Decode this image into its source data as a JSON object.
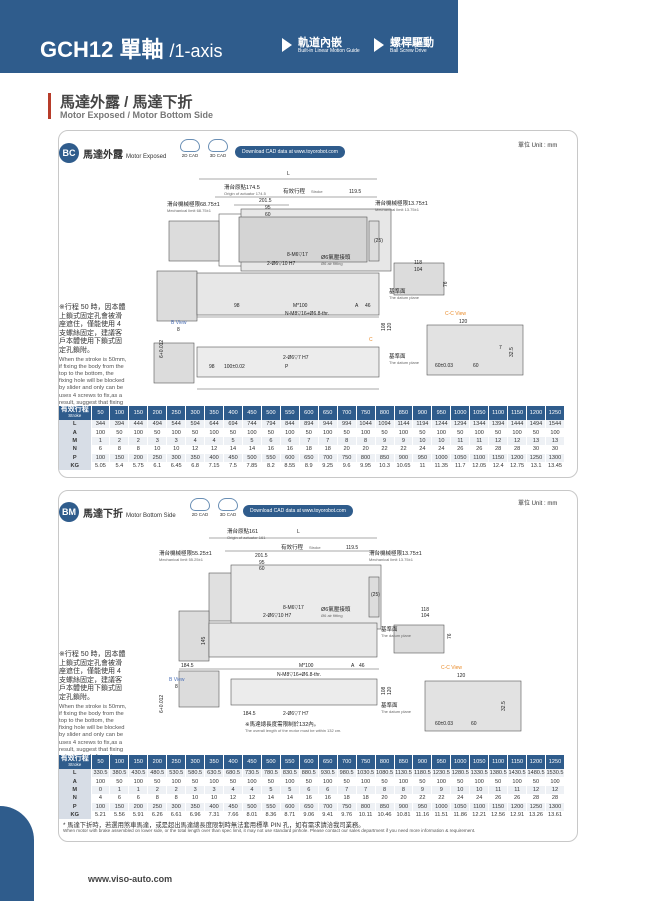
{
  "header": {
    "title": "GCH12 單軸",
    "title_suffix": "/1-axis",
    "nav1_zh": "軌道內嵌",
    "nav1_en": "Built-in Linear Motion Guide",
    "nav2_zh": "螺桿驅動",
    "nav2_en": "Ball Screw Drive"
  },
  "section": {
    "title_zh": "馬達外露 / 馬達下折",
    "title_en": "Motor Exposed / Motor Bottom Side"
  },
  "colors": {
    "brand": "#2f5c8c",
    "accent": "#b73c2a",
    "dim_orange": "#e98b2a",
    "dim_blue": "#4b6fb5"
  },
  "cad": {
    "cad2d": "2D CAD",
    "cad3d": "3D CAD",
    "download": "Download CAD data at www.toyorobot.com"
  },
  "unit_label": "單位 Unit : mm",
  "drawing_labels": {
    "L": "L",
    "origin_zh": "滑台原點174.5",
    "origin_en": "Origin of actuator 174.5",
    "origin_zh_bm": "滑台原點161",
    "origin_en_bm": "Origin of actuator 161",
    "stroke": "有效行程",
    "stroke_en": "Stroke",
    "d_119_5": "119.5",
    "d_201_5": "201.5",
    "d_95": "95",
    "d_60": "60",
    "mech_left_zh": "滑台機械極限68.75±1",
    "mech_left_en": "Mechanical limit 68.75±1",
    "mech_left_zh_bm": "滑台機械極限55.25±1",
    "mech_left_en_bm": "Mechanical limit 55.25±1",
    "mech_right_zh": "滑台機械極限13.75±1",
    "mech_right_en": "Mechanical limit 13.75±1",
    "d_25": "(25)",
    "m8": "8-M6▽17",
    "dowel": "2-Ø6▽10 H7",
    "air_zh": "Ø6氣壓接頭",
    "air_en": "Ø6 air fitting",
    "datum_zh": "基準面",
    "datum_en": "The datum plane",
    "d_118": "118",
    "d_104": "104",
    "d_76": "76",
    "d_98": "98",
    "m100": "M*100",
    "a": "A",
    "d_46": "46",
    "n_m8": "N-M8▽16+Ø6.8-thr.",
    "b_view": "B View",
    "d_8": "8",
    "d_6_012": "6+0.012",
    "c_view": "C-C View",
    "d_120": "120",
    "d_100_02": "100±0.02",
    "d_2_6": "2-Ø6▽7 H7",
    "p": "P",
    "d_108": "108",
    "d_120v": "120",
    "d_60_03": "60±0.03",
    "d_60b": "60",
    "d_7": "7",
    "d_32_5": "32.5",
    "d_184_5": "184.5",
    "d_145": "145",
    "motor_note_zh": "※馬達總長度需限制於132內。",
    "motor_note_en": "The overall length of the motor must be within 132 cm.",
    "c_mark": "C"
  },
  "note": {
    "zh": "※行程 50 時，因本體上鎖式固定孔會被滑座遮住，僅能使用 4 支螺絲固定，建議客戶本體使用下鎖式固定孔鎖附。",
    "en": "When the stroke is 50mm, if fixing the body from the top to the bottom, the fixing hole will be blocked by slider and only can be uses 4 screws to fix,as a result, suggest that fixing actuator body from the bottom to the top."
  },
  "table_header": {
    "zh": "有效行程",
    "en": "Stroke"
  },
  "strokes": [
    "50",
    "100",
    "150",
    "200",
    "250",
    "300",
    "350",
    "400",
    "450",
    "500",
    "550",
    "600",
    "650",
    "700",
    "750",
    "800",
    "850",
    "900",
    "950",
    "1000",
    "1050",
    "1100",
    "1150",
    "1200",
    "1250"
  ],
  "bc": {
    "badge": "BC",
    "title_zh": "馬達外露",
    "title_en": "Motor Exposed",
    "rows": [
      {
        "label": "L",
        "values": [
          "344",
          "394",
          "444",
          "494",
          "544",
          "594",
          "644",
          "694",
          "744",
          "794",
          "844",
          "894",
          "944",
          "994",
          "1044",
          "1094",
          "1144",
          "1194",
          "1244",
          "1294",
          "1344",
          "1394",
          "1444",
          "1494",
          "1544"
        ]
      },
      {
        "label": "A",
        "values": [
          "100",
          "50",
          "100",
          "50",
          "100",
          "50",
          "100",
          "50",
          "100",
          "50",
          "100",
          "50",
          "100",
          "50",
          "100",
          "50",
          "100",
          "50",
          "100",
          "50",
          "100",
          "50",
          "100",
          "50",
          "100"
        ]
      },
      {
        "label": "M",
        "values": [
          "1",
          "2",
          "2",
          "3",
          "3",
          "4",
          "4",
          "5",
          "5",
          "6",
          "6",
          "7",
          "7",
          "8",
          "8",
          "9",
          "9",
          "10",
          "10",
          "11",
          "11",
          "12",
          "12",
          "13",
          "13"
        ]
      },
      {
        "label": "N",
        "values": [
          "6",
          "8",
          "8",
          "10",
          "10",
          "12",
          "12",
          "14",
          "14",
          "16",
          "16",
          "18",
          "18",
          "20",
          "20",
          "22",
          "22",
          "24",
          "24",
          "26",
          "26",
          "28",
          "28",
          "30",
          "30"
        ]
      },
      {
        "label": "P",
        "values": [
          "100",
          "150",
          "200",
          "250",
          "300",
          "350",
          "400",
          "450",
          "500",
          "550",
          "600",
          "650",
          "700",
          "750",
          "800",
          "850",
          "900",
          "950",
          "1000",
          "1050",
          "1100",
          "1150",
          "1200",
          "1250",
          "1300"
        ]
      },
      {
        "label": "KG",
        "values": [
          "5.05",
          "5.4",
          "5.75",
          "6.1",
          "6.45",
          "6.8",
          "7.15",
          "7.5",
          "7.85",
          "8.2",
          "8.55",
          "8.9",
          "9.25",
          "9.6",
          "9.95",
          "10.3",
          "10.65",
          "11",
          "11.35",
          "11.7",
          "12.05",
          "12.4",
          "12.75",
          "13.1",
          "13.45"
        ]
      }
    ]
  },
  "bm": {
    "badge": "BM",
    "title_zh": "馬達下折",
    "title_en": "Motor Bottom Side",
    "rows": [
      {
        "label": "L",
        "values": [
          "330.5",
          "380.5",
          "430.5",
          "480.5",
          "530.5",
          "580.5",
          "630.5",
          "680.5",
          "730.5",
          "780.5",
          "830.5",
          "880.5",
          "930.5",
          "980.5",
          "1030.5",
          "1080.5",
          "1130.5",
          "1180.5",
          "1230.5",
          "1280.5",
          "1330.5",
          "1380.5",
          "1430.5",
          "1480.5",
          "1530.5"
        ]
      },
      {
        "label": "A",
        "values": [
          "100",
          "50",
          "100",
          "50",
          "100",
          "50",
          "100",
          "50",
          "100",
          "50",
          "100",
          "50",
          "100",
          "50",
          "100",
          "50",
          "100",
          "50",
          "100",
          "50",
          "100",
          "50",
          "100",
          "50",
          "100"
        ]
      },
      {
        "label": "M",
        "values": [
          "0",
          "1",
          "1",
          "2",
          "2",
          "3",
          "3",
          "4",
          "4",
          "5",
          "5",
          "6",
          "6",
          "7",
          "7",
          "8",
          "8",
          "9",
          "9",
          "10",
          "10",
          "11",
          "11",
          "12",
          "12"
        ]
      },
      {
        "label": "N",
        "values": [
          "4",
          "6",
          "6",
          "8",
          "8",
          "10",
          "10",
          "12",
          "12",
          "14",
          "14",
          "16",
          "16",
          "18",
          "18",
          "20",
          "20",
          "22",
          "22",
          "24",
          "24",
          "26",
          "26",
          "28",
          "28"
        ]
      },
      {
        "label": "P",
        "values": [
          "100",
          "150",
          "200",
          "250",
          "300",
          "350",
          "400",
          "450",
          "500",
          "550",
          "600",
          "650",
          "700",
          "750",
          "800",
          "850",
          "900",
          "950",
          "1000",
          "1050",
          "1100",
          "1150",
          "1200",
          "1250",
          "1300"
        ]
      },
      {
        "label": "KG",
        "values": [
          "5.21",
          "5.56",
          "5.91",
          "6.26",
          "6.61",
          "6.96",
          "7.31",
          "7.66",
          "8.01",
          "8.36",
          "8.71",
          "9.06",
          "9.41",
          "9.76",
          "10.11",
          "10.46",
          "10.81",
          "11.16",
          "11.51",
          "11.86",
          "12.21",
          "12.56",
          "12.91",
          "13.26",
          "13.61"
        ]
      }
    ],
    "foot_zh": "* 馬達下折時，若選用煞車馬達，或是超出馬達總長度限制時無法套用標準 PIN 孔，如有需求請洽我司業務。",
    "foot_en": "When motor with brake assembled on lower side, or the total length over than spec limit, it may not use standard pinhole. Please contact our sales department if you need more information & requirement."
  },
  "footer": {
    "url": "www.viso-auto.com"
  }
}
